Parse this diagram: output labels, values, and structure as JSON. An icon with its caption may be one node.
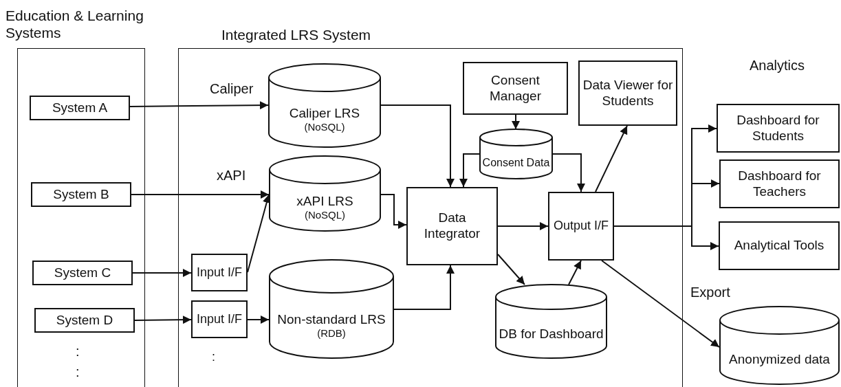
{
  "diagram": {
    "nodes": [
      {
        "text": [
          "Education & Learning Systems"
        ]
      },
      {
        "text": [
          "System A"
        ],
        "in": 0
      },
      {
        "text": [
          "System B"
        ],
        "in": 0
      },
      {
        "text": [
          "System C"
        ],
        "in": 0
      },
      {
        "text": [
          "System D"
        ],
        "in": 0
      },
      {
        "text": [
          "Integrated LRS System"
        ]
      },
      {
        "text": [
          "Caliper LRS",
          "(NoSQL)"
        ],
        "in": 5
      },
      {
        "text": [
          "xAPI LRS",
          "(NoSQL)"
        ],
        "in": 5
      },
      {
        "text": [
          "Input I/F"
        ],
        "in": 5
      },
      {
        "text": [
          "Input I/F"
        ],
        "in": 5
      },
      {
        "text": [
          "Non-standard LRS",
          "(RDB)"
        ],
        "in": 5
      },
      {
        "text": [
          "Consent Manager"
        ],
        "in": 5
      },
      {
        "text": [
          "Data Viewer for Students"
        ],
        "in": 5
      },
      {
        "text": [
          "Consent Data"
        ],
        "in": 5
      },
      {
        "text": [
          "Data Integrator"
        ],
        "in": 5
      },
      {
        "text": [
          "Output I/F"
        ],
        "in": 5
      },
      {
        "text": [
          "DB for Dashboard"
        ],
        "in": 5
      },
      {
        "text": [
          "Dashboard for Students"
        ]
      },
      {
        "text": [
          "Dashboard for Teachers"
        ]
      },
      {
        "text": [
          "Analytical Tools"
        ]
      },
      {
        "text": [
          "Anonymized data"
        ]
      }
    ],
    "edges": [
      {
        "from": 1,
        "to": 6,
        "arrow": "to",
        "label": "Caliper"
      },
      {
        "from": 2,
        "to": 7,
        "arrow": "to",
        "label": "xAPI"
      },
      {
        "from": 3,
        "to": 8,
        "arrow": "to"
      },
      {
        "from": 8,
        "to": 7,
        "arrow": "to"
      },
      {
        "from": 4,
        "to": 9,
        "arrow": "to"
      },
      {
        "from": 9,
        "to": 10,
        "arrow": "to"
      },
      {
        "from": 6,
        "to": 14,
        "arrow": "to"
      },
      {
        "from": 7,
        "to": 14,
        "arrow": "to"
      },
      {
        "from": 10,
        "to": 14,
        "arrow": "to"
      },
      {
        "from": 11,
        "to": 13,
        "arrow": "to"
      },
      {
        "from": 13,
        "to": 14,
        "arrow": "to"
      },
      {
        "from": 13,
        "to": 15,
        "arrow": "to"
      },
      {
        "from": 14,
        "to": 15,
        "arrow": "to"
      },
      {
        "from": 14,
        "to": 16,
        "arrow": "to"
      },
      {
        "from": 16,
        "to": 15,
        "arrow": "to"
      },
      {
        "from": 15,
        "to": 12,
        "arrow": "to"
      },
      {
        "from": 15,
        "to": 17,
        "arrow": "to"
      },
      {
        "from": 15,
        "to": 18,
        "arrow": "to"
      },
      {
        "from": 15,
        "to": 19,
        "arrow": "to"
      },
      {
        "from": 15,
        "to": 20,
        "arrow": "to"
      }
    ],
    "labels": [
      "Analytics",
      "Export",
      ":",
      ":",
      ":"
    ]
  }
}
